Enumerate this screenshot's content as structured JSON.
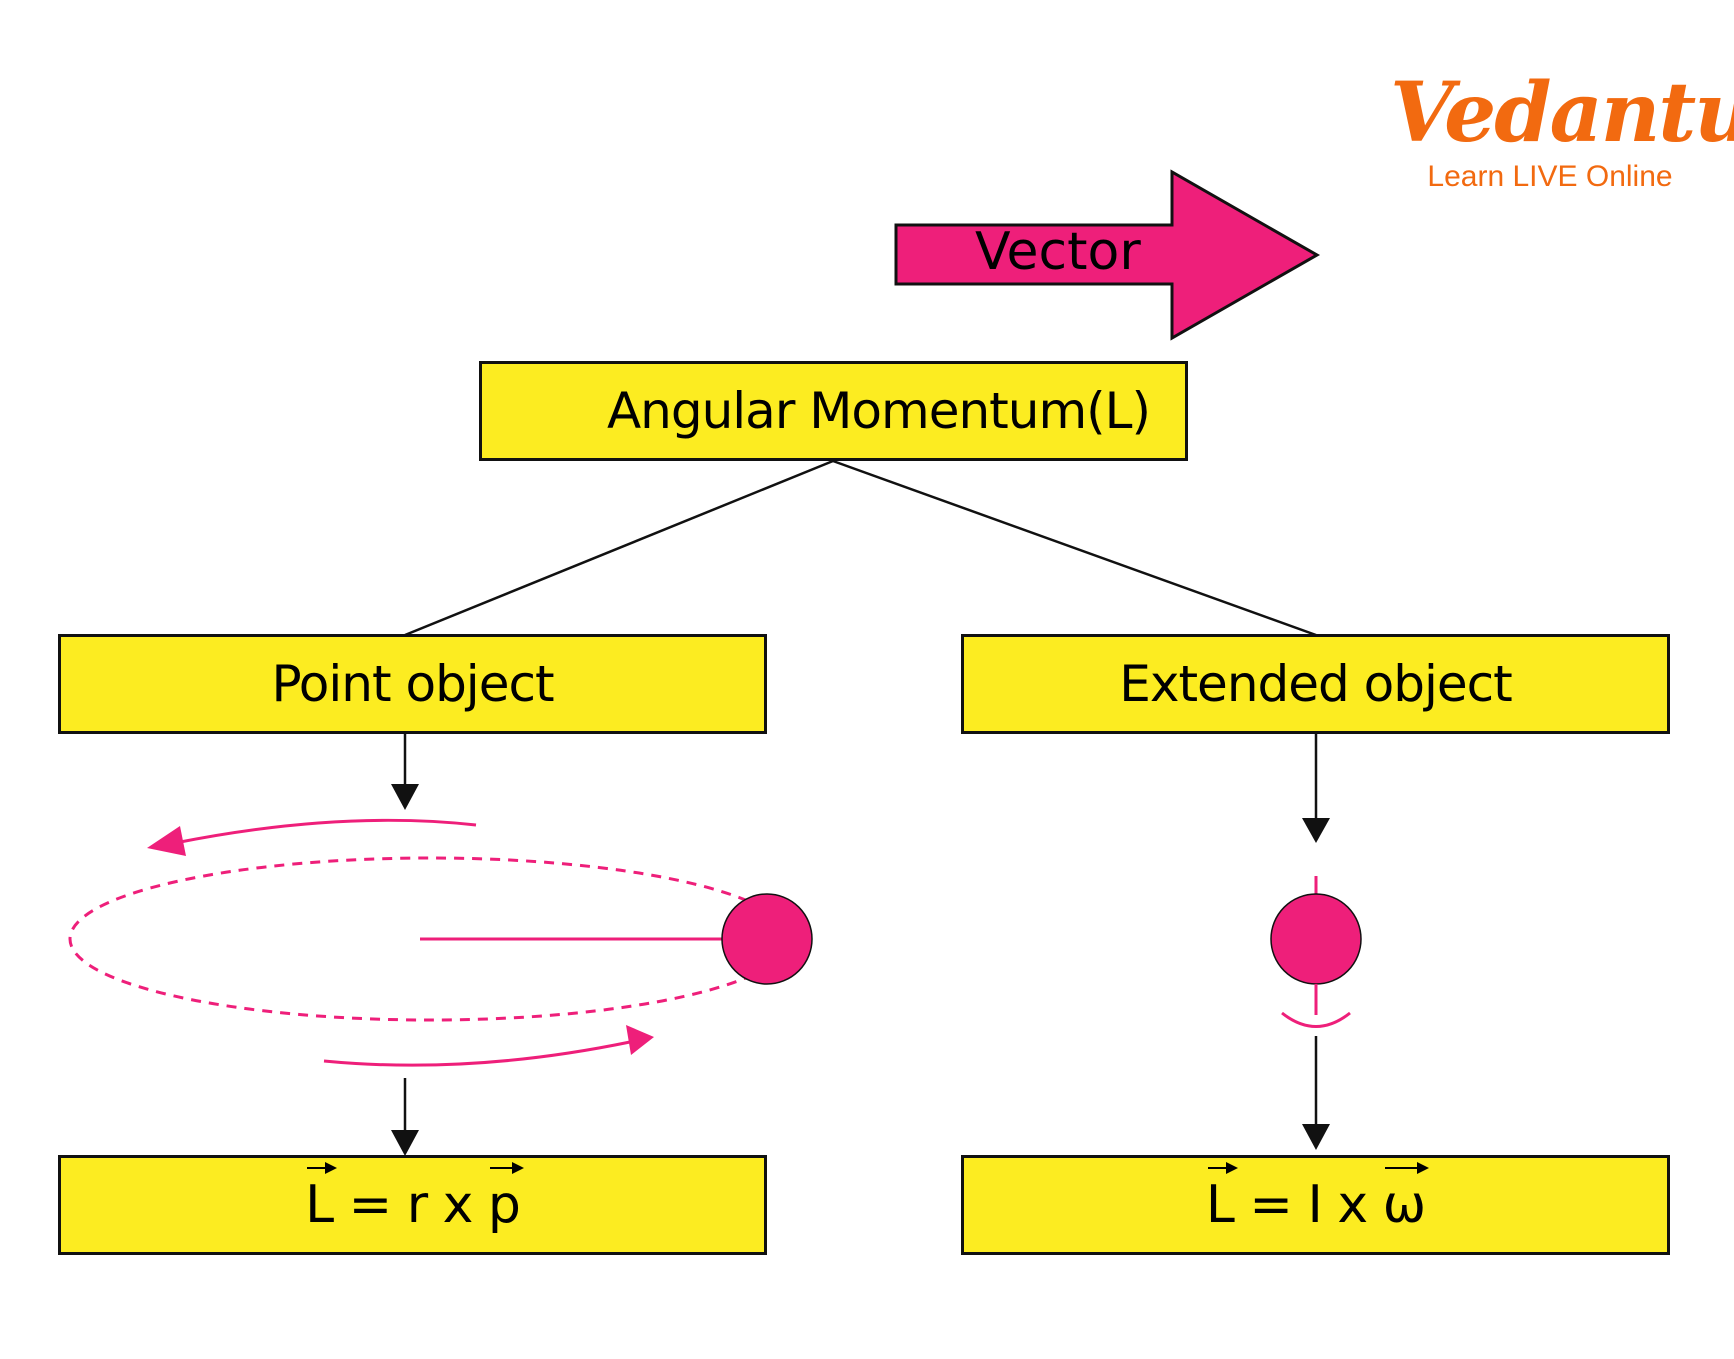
{
  "logo": {
    "brand": "Vedantu",
    "tagline": "Learn LIVE Online",
    "color": "#f26a10"
  },
  "vector_arrow": {
    "label": "Vector",
    "color": "#ee1f7a"
  },
  "root": {
    "label": "Angular Momentum(L)"
  },
  "branches": [
    {
      "label": "Point object",
      "formula": {
        "lhs": "L",
        "eq": "=",
        "a": "r",
        "op": "x",
        "b": "p"
      }
    },
    {
      "label": "Extended object",
      "formula": {
        "lhs": "L",
        "eq": "=",
        "a": "I",
        "op": "x",
        "b": "ω"
      }
    }
  ],
  "colors": {
    "box_fill": "#fcec21",
    "accent": "#ee1f7a",
    "line": "#111111"
  }
}
